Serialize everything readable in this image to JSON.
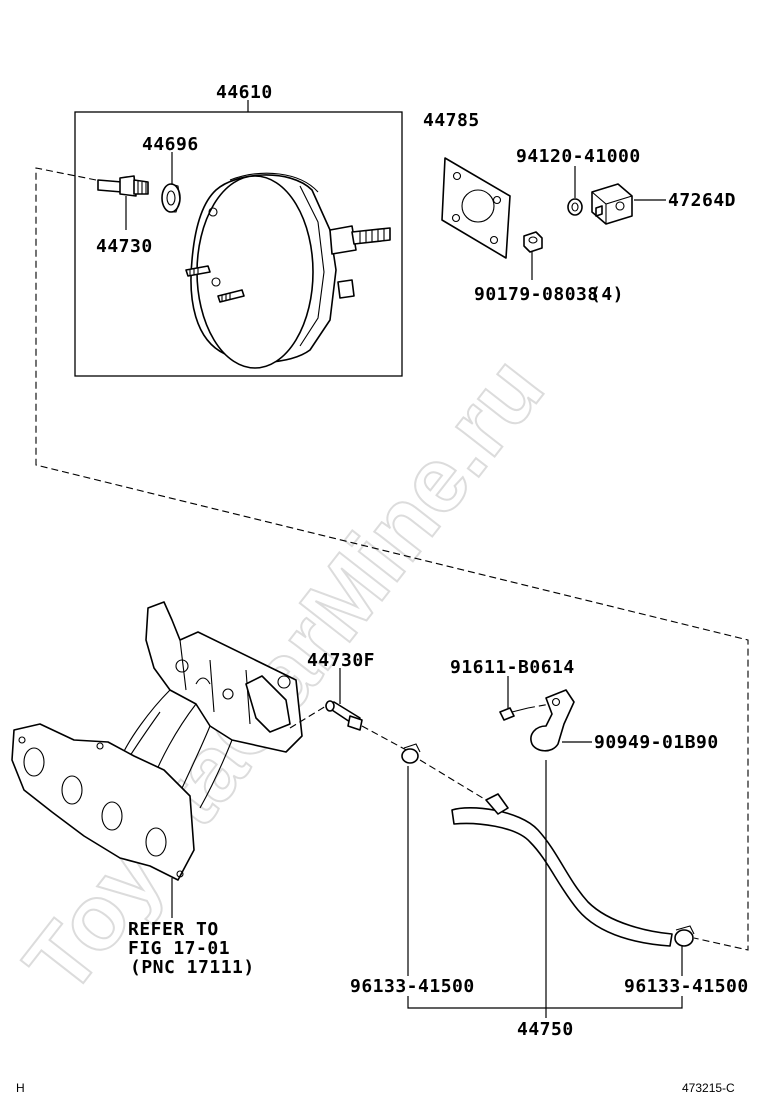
{
  "watermark": "ToyotaCarMine.ru",
  "parts": {
    "booster_assy": "44610",
    "grommet": "44696",
    "check_valve_upper": "44730",
    "gasket": "44785",
    "nut_washer": "94120-41000",
    "bracket": "47264D",
    "nut": "90179-08038",
    "nut_qty": "(4)",
    "check_valve_lower": "44730F",
    "bolt": "91611-B0614",
    "clamp": "90949-01B90",
    "hose_clip_left": "96133-41500",
    "hose_clip_right": "96133-41500",
    "vacuum_hose": "44750"
  },
  "manifold_ref": {
    "line1": "REFER TO",
    "line2": "FIG 17-01",
    "line3": "(PNC 17111)"
  },
  "footer": {
    "left": "H",
    "right": "473215-C"
  }
}
